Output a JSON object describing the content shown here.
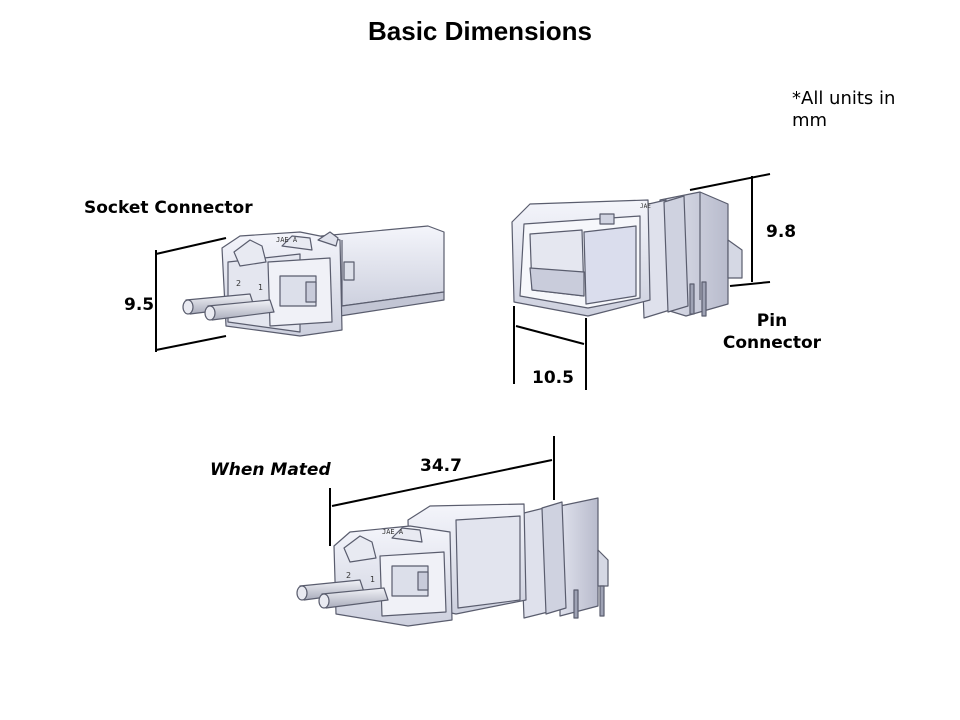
{
  "title": "Basic Dimensions",
  "note_lines": [
    "*All units in",
    "mm"
  ],
  "labels": {
    "socket": "Socket Connector",
    "pin_lines": [
      "Pin",
      "Connector"
    ],
    "mated": "When Mated"
  },
  "dimensions": {
    "socket_height": "9.5",
    "pin_height": "9.8",
    "pin_depth": "10.5",
    "mated_length": "34.7"
  },
  "colors": {
    "body_fill": "#eceef6",
    "body_shade": "#cfd2e0",
    "body_dark": "#a9adc0",
    "edge": "#5a5d6e",
    "dim_line": "#000000"
  }
}
